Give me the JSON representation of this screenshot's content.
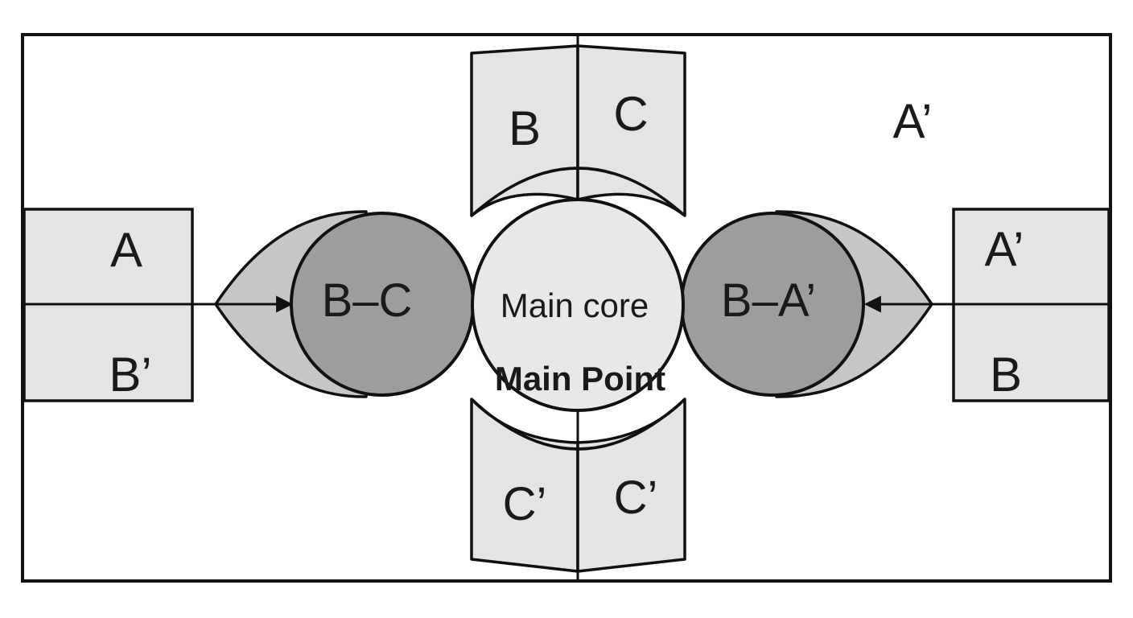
{
  "labels": {
    "top_left_panel": "B",
    "top_right_panel": "C",
    "bottom_left_panel": "C’",
    "bottom_right_panel": "C’",
    "left_box_top": "A",
    "left_box_bottom": "B’",
    "right_box_top": "A’",
    "right_box_bottom": "B",
    "corner_label": "A’",
    "left_circle": "B–C",
    "right_circle": "B–A’",
    "main_core": "Main core",
    "main_point": "Main Point"
  },
  "colors": {
    "outline": "#111111",
    "panel_fill": "#e4e4e4",
    "core_fill": "#e8e8e8",
    "lens_fill": "#c6c6c6",
    "circle_fill": "#9d9d9d",
    "background": "#ffffff"
  }
}
